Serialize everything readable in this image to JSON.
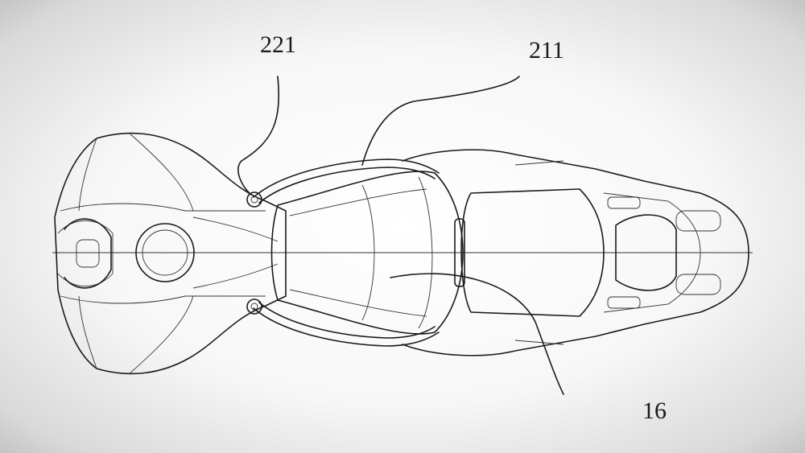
{
  "figure": {
    "reference_labels": [
      {
        "id": "221",
        "text": "221"
      },
      {
        "id": "211",
        "text": "211"
      },
      {
        "id": "16",
        "text": "16"
      }
    ]
  }
}
